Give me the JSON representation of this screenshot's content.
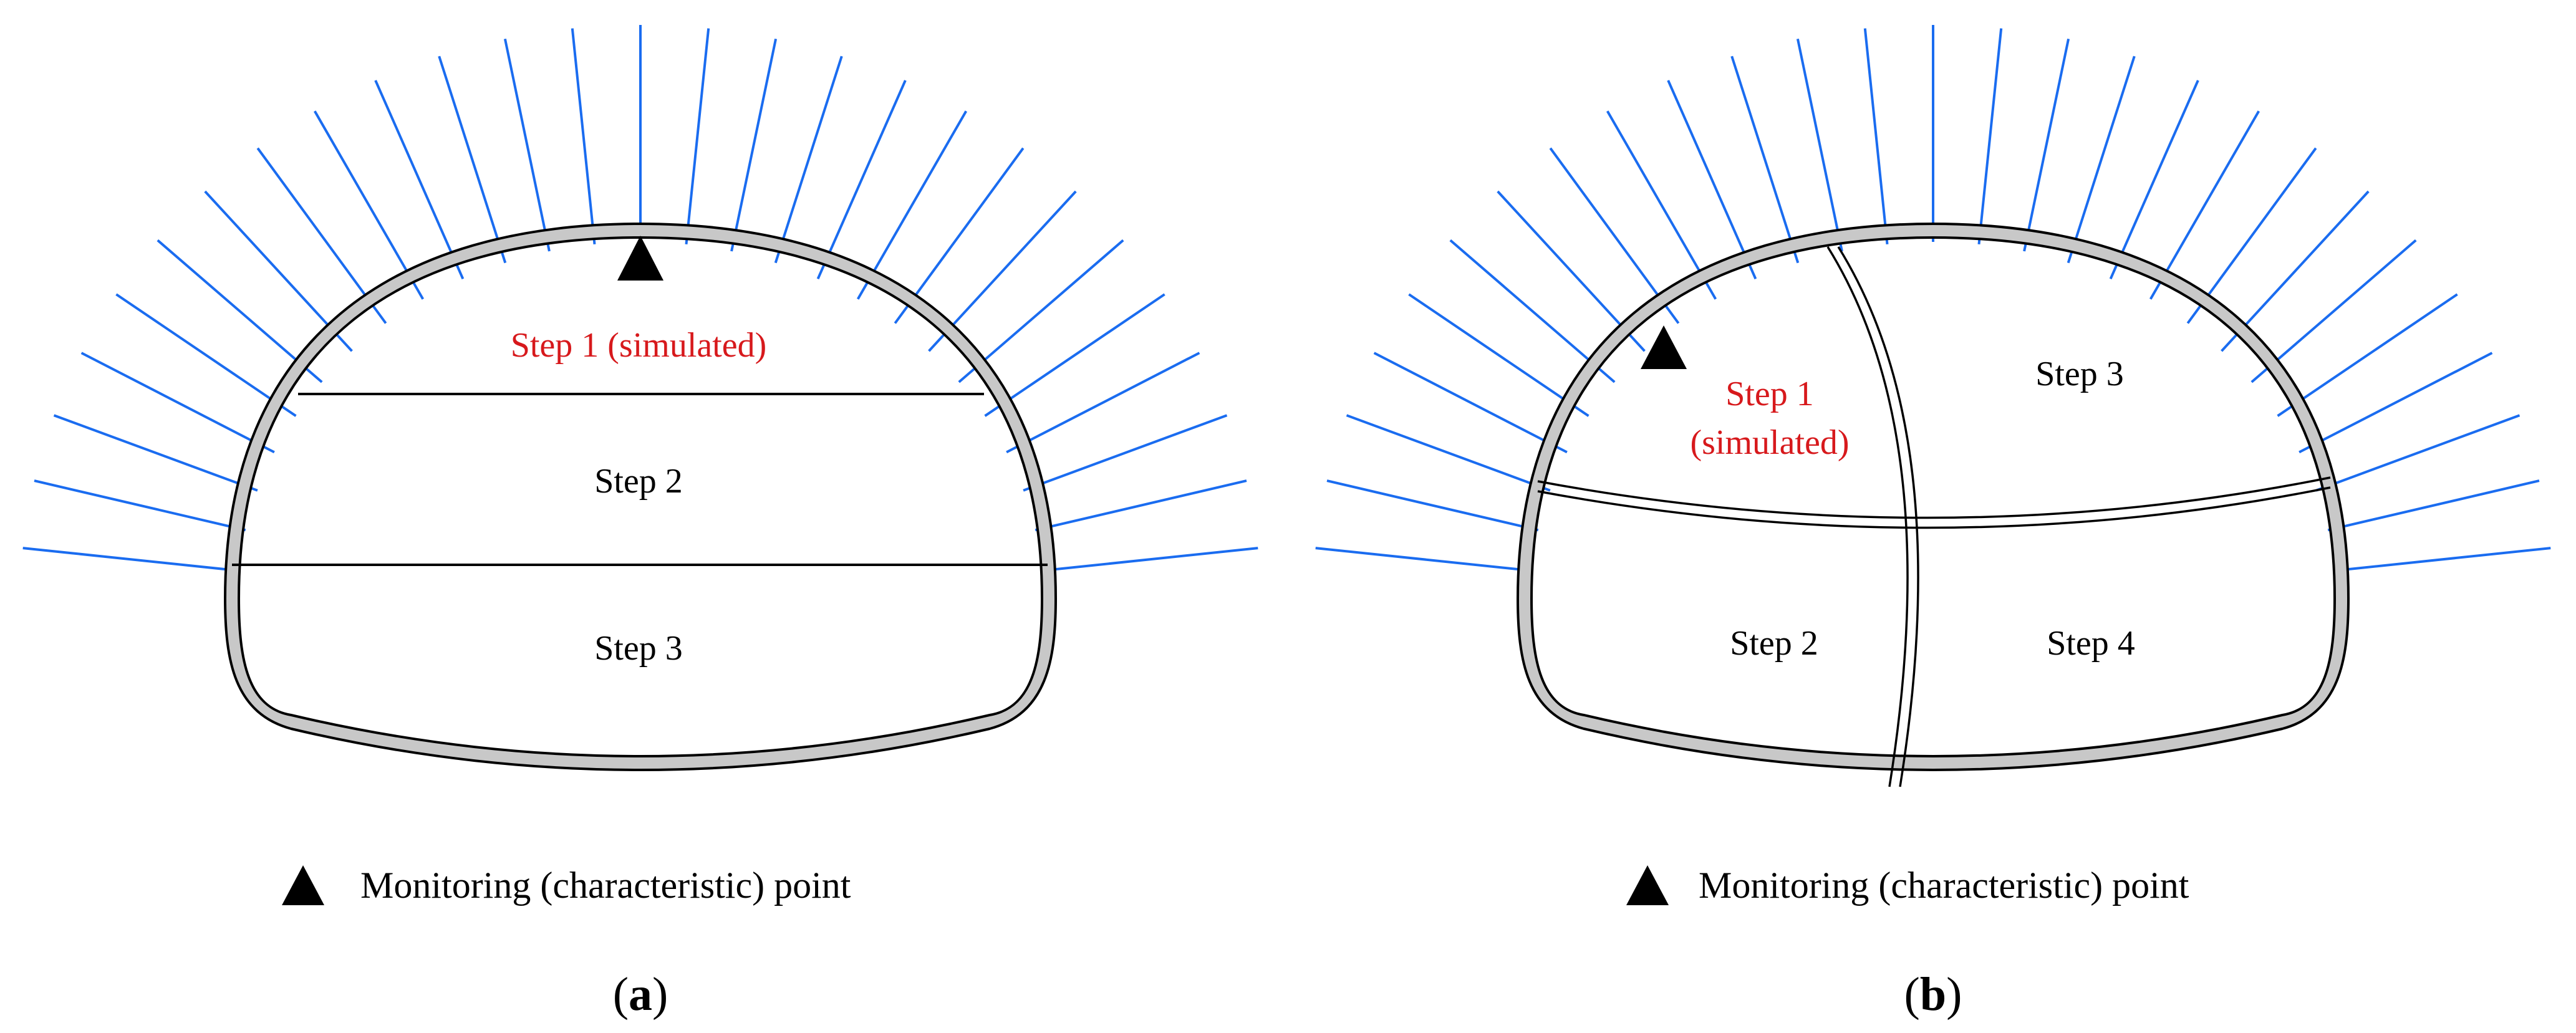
{
  "colors": {
    "bolt": "#1a6cf0",
    "lining_fill": "#c8c8c8",
    "outline": "#000000",
    "simulated_step": "#d7191c"
  },
  "legend": {
    "symbol": "black-triangle",
    "label": "Monitoring (characteristic) point"
  },
  "panel_a": {
    "step1": "Step 1 (simulated)",
    "step2": "Step 2",
    "step3": "Step 3",
    "caption_open": "(",
    "caption_letter": "a",
    "caption_close": ")"
  },
  "panel_b": {
    "step1_line1": "Step 1",
    "step1_line2": "(simulated)",
    "step2": "Step 2",
    "step3": "Step 3",
    "step4": "Step 4",
    "caption_open": "(",
    "caption_letter": "b",
    "caption_close": ")"
  }
}
